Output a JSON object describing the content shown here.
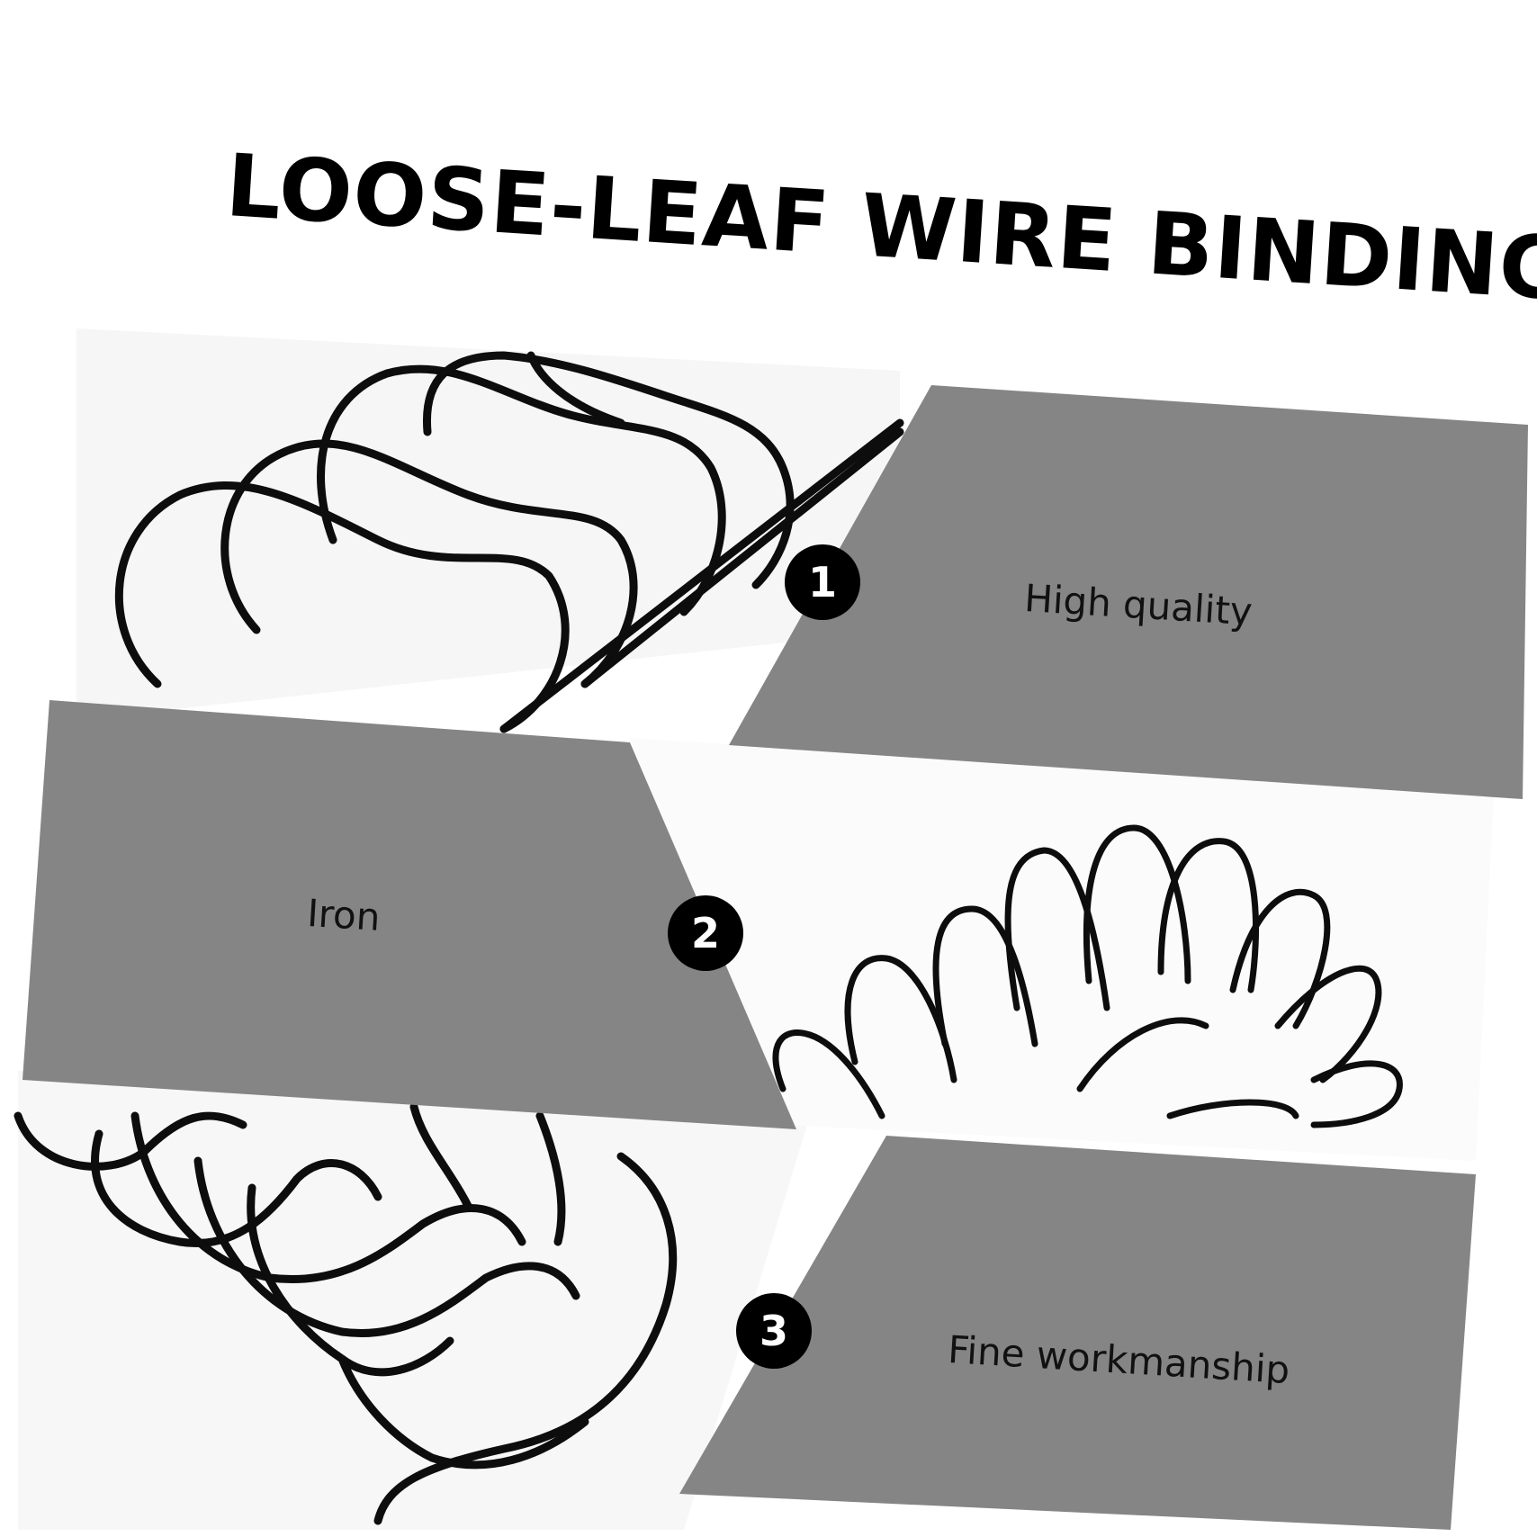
{
  "title": "LOOSE-LEAF WIRE BINDING",
  "features": [
    {
      "number": "1",
      "label": "High quality"
    },
    {
      "number": "2",
      "label": "Iron"
    },
    {
      "number": "3",
      "label": "Fine workmanship"
    }
  ],
  "colors": {
    "panel": "#858585",
    "wire": "#0d0d0d",
    "background": "#ffffff"
  }
}
